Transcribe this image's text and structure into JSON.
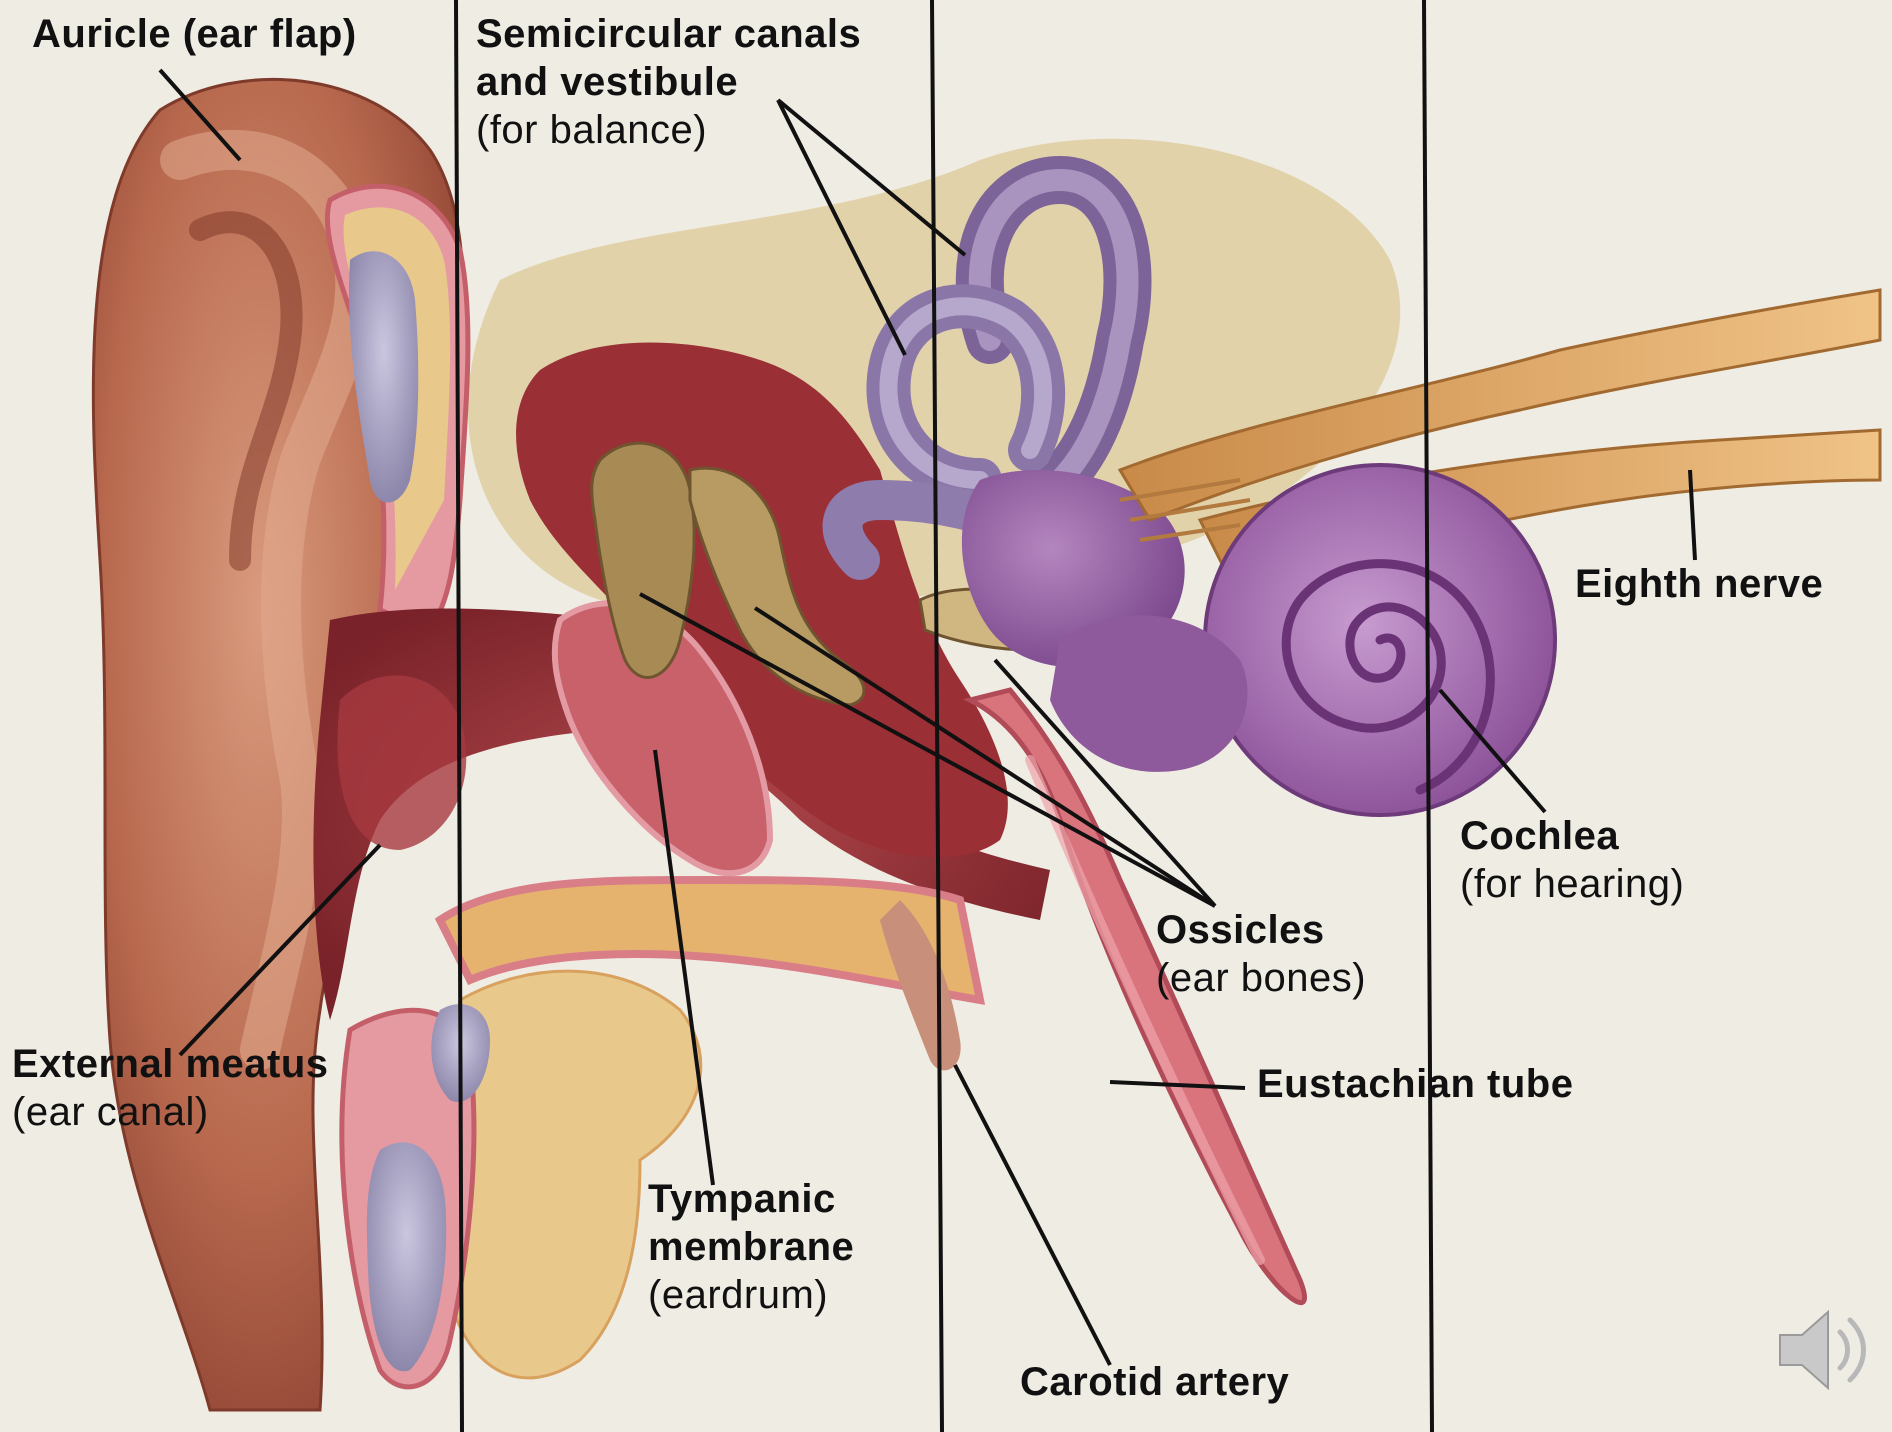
{
  "diagram": {
    "colors": {
      "background": "#efece3",
      "skin": "#b8694e",
      "canal": "#8e2f35",
      "bone": "#a88a55",
      "inner_ear": "#8c5a9a",
      "nerve": "#e2ad6a",
      "artery": "#d9737c",
      "fat": "#e9c98b",
      "cartilage": "#a9a4c4",
      "divider": "#111111"
    },
    "labels": {
      "auricle": {
        "title": "Auricle (ear flap)"
      },
      "semicircular": {
        "line1": "Semicircular canals",
        "line2": "and vestibule",
        "line3": "(for balance)"
      },
      "eighth_nerve": {
        "title": "Eighth nerve"
      },
      "cochlea": {
        "title": "Cochlea",
        "sub": "(for hearing)"
      },
      "ossicles": {
        "title": "Ossicles",
        "sub": "(ear bones)"
      },
      "eustachian": {
        "title": "Eustachian tube"
      },
      "external_meatus": {
        "title": "External meatus",
        "sub": "(ear canal)"
      },
      "tympanic": {
        "line1": "Tympanic",
        "line2": "membrane",
        "line3": "(eardrum)"
      },
      "carotid": {
        "title": "Carotid artery"
      }
    },
    "icons": {
      "audio": "speaker-icon"
    }
  }
}
